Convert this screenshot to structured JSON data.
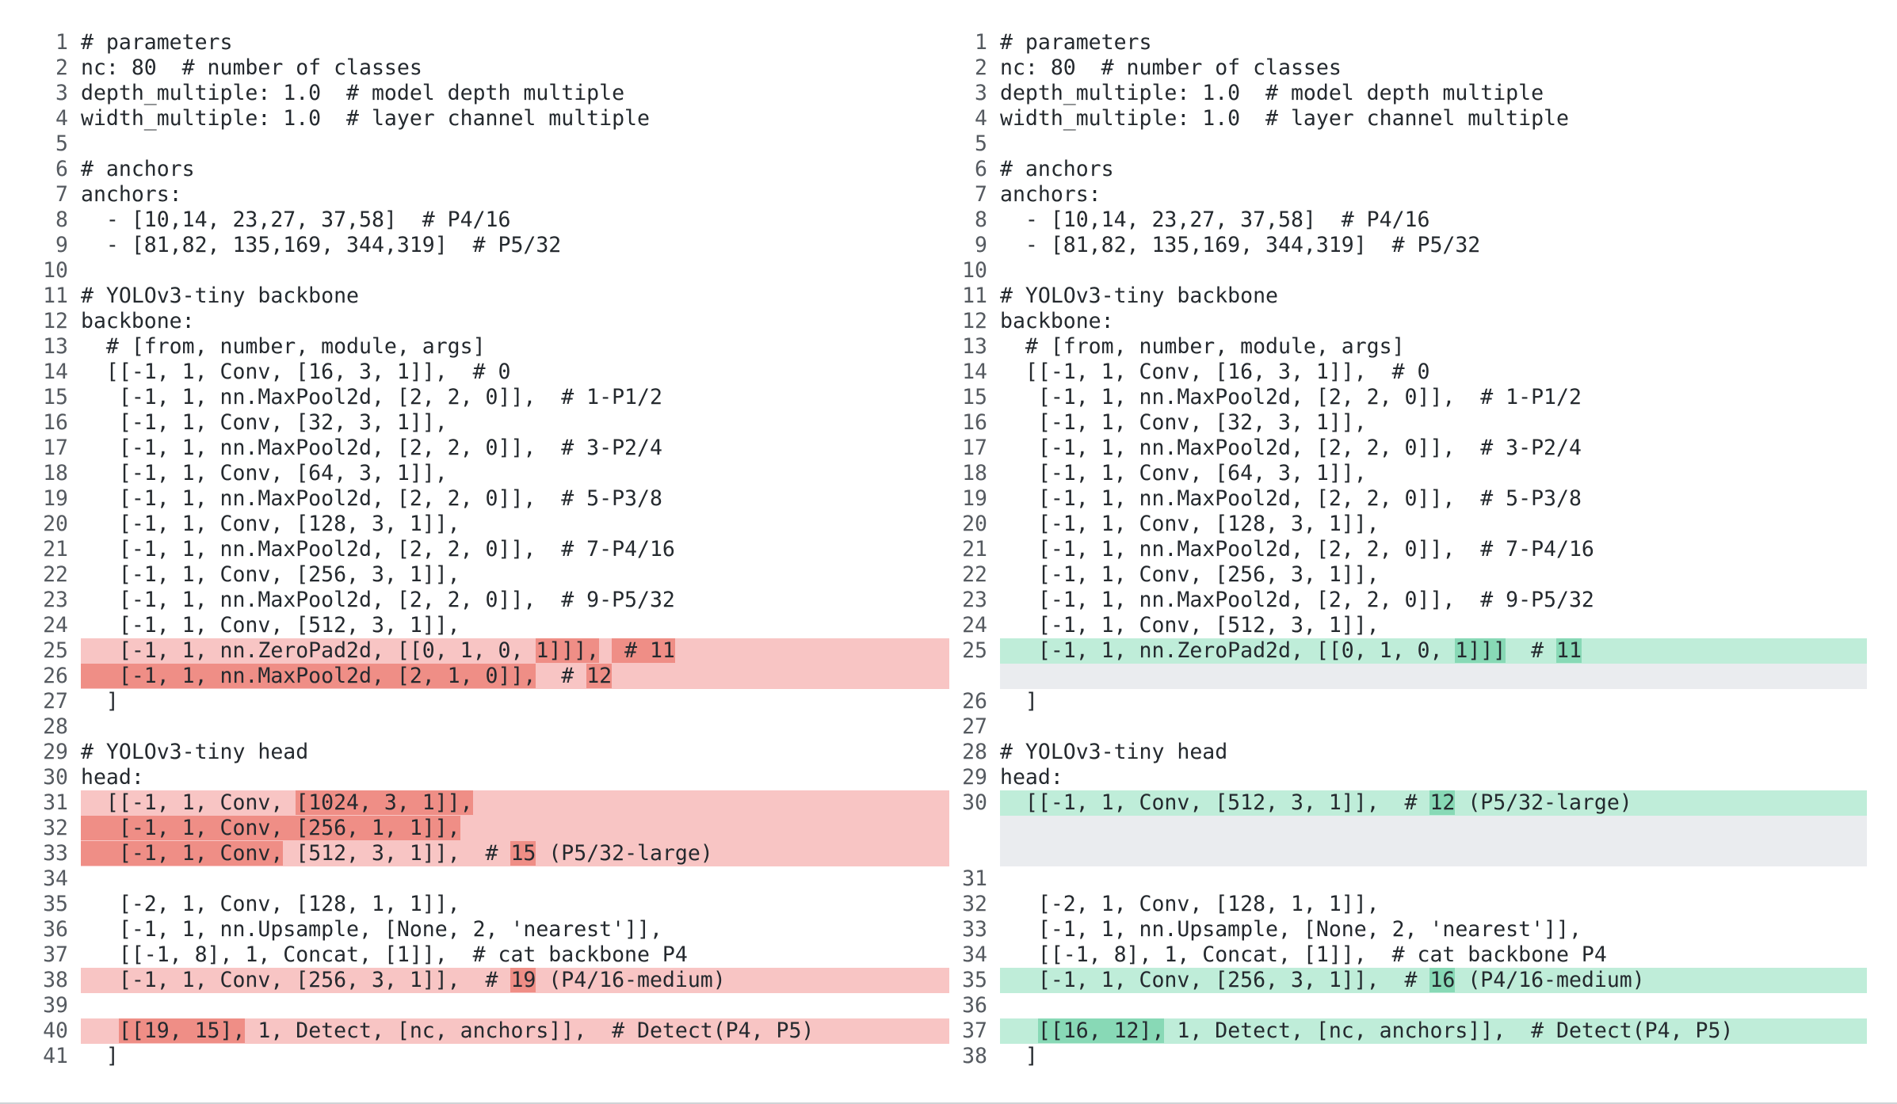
{
  "diff": {
    "left": [
      {
        "num": "1",
        "type": "ctx",
        "segs": [
          {
            "t": "# parameters"
          }
        ]
      },
      {
        "num": "2",
        "type": "ctx",
        "segs": [
          {
            "t": "nc: 80  # number of classes"
          }
        ]
      },
      {
        "num": "3",
        "type": "ctx",
        "segs": [
          {
            "t": "depth_multiple: 1.0  # model depth multiple"
          }
        ]
      },
      {
        "num": "4",
        "type": "ctx",
        "segs": [
          {
            "t": "width_multiple: 1.0  # layer channel multiple"
          }
        ]
      },
      {
        "num": "5",
        "type": "ctx",
        "segs": [
          {
            "t": ""
          }
        ]
      },
      {
        "num": "6",
        "type": "ctx",
        "segs": [
          {
            "t": "# anchors"
          }
        ]
      },
      {
        "num": "7",
        "type": "ctx",
        "segs": [
          {
            "t": "anchors:"
          }
        ]
      },
      {
        "num": "8",
        "type": "ctx",
        "segs": [
          {
            "t": "  - [10,14, 23,27, 37,58]  # P4/16"
          }
        ]
      },
      {
        "num": "9",
        "type": "ctx",
        "segs": [
          {
            "t": "  - [81,82, 135,169, 344,319]  # P5/32"
          }
        ]
      },
      {
        "num": "10",
        "type": "ctx",
        "segs": [
          {
            "t": ""
          }
        ]
      },
      {
        "num": "11",
        "type": "ctx",
        "segs": [
          {
            "t": "# YOLOv3-tiny backbone"
          }
        ]
      },
      {
        "num": "12",
        "type": "ctx",
        "segs": [
          {
            "t": "backbone:"
          }
        ]
      },
      {
        "num": "13",
        "type": "ctx",
        "segs": [
          {
            "t": "  # [from, number, module, args]"
          }
        ]
      },
      {
        "num": "14",
        "type": "ctx",
        "segs": [
          {
            "t": "  [[-1, 1, Conv, [16, 3, 1]],  # 0"
          }
        ]
      },
      {
        "num": "15",
        "type": "ctx",
        "segs": [
          {
            "t": "   [-1, 1, nn.MaxPool2d, [2, 2, 0]],  # 1-P1/2"
          }
        ]
      },
      {
        "num": "16",
        "type": "ctx",
        "segs": [
          {
            "t": "   [-1, 1, Conv, [32, 3, 1]],"
          }
        ]
      },
      {
        "num": "17",
        "type": "ctx",
        "segs": [
          {
            "t": "   [-1, 1, nn.MaxPool2d, [2, 2, 0]],  # 3-P2/4"
          }
        ]
      },
      {
        "num": "18",
        "type": "ctx",
        "segs": [
          {
            "t": "   [-1, 1, Conv, [64, 3, 1]],"
          }
        ]
      },
      {
        "num": "19",
        "type": "ctx",
        "segs": [
          {
            "t": "   [-1, 1, nn.MaxPool2d, [2, 2, 0]],  # 5-P3/8"
          }
        ]
      },
      {
        "num": "20",
        "type": "ctx",
        "segs": [
          {
            "t": "   [-1, 1, Conv, [128, 3, 1]],"
          }
        ]
      },
      {
        "num": "21",
        "type": "ctx",
        "segs": [
          {
            "t": "   [-1, 1, nn.MaxPool2d, [2, 2, 0]],  # 7-P4/16"
          }
        ]
      },
      {
        "num": "22",
        "type": "ctx",
        "segs": [
          {
            "t": "   [-1, 1, Conv, [256, 3, 1]],"
          }
        ]
      },
      {
        "num": "23",
        "type": "ctx",
        "segs": [
          {
            "t": "   [-1, 1, nn.MaxPool2d, [2, 2, 0]],  # 9-P5/32"
          }
        ]
      },
      {
        "num": "24",
        "type": "ctx",
        "segs": [
          {
            "t": "   [-1, 1, Conv, [512, 3, 1]],"
          }
        ]
      },
      {
        "num": "25",
        "type": "del",
        "segs": [
          {
            "t": "   [-1, 1, nn.ZeroPad2d, [[0, 1, 0, "
          },
          {
            "t": "1]]],",
            "hl": true
          },
          {
            "t": " "
          },
          {
            "t": " # 11",
            "hl": true
          }
        ]
      },
      {
        "num": "26",
        "type": "del",
        "segs": [
          {
            "t": "   [-1, 1, nn.MaxPool2d, [2, 1, 0]],",
            "hl": true
          },
          {
            "t": "  # "
          },
          {
            "t": "12",
            "hl": true
          }
        ]
      },
      {
        "num": "27",
        "type": "ctx",
        "segs": [
          {
            "t": "  ]"
          }
        ]
      },
      {
        "num": "28",
        "type": "ctx",
        "segs": [
          {
            "t": ""
          }
        ]
      },
      {
        "num": "29",
        "type": "ctx",
        "segs": [
          {
            "t": "# YOLOv3-tiny head"
          }
        ]
      },
      {
        "num": "30",
        "type": "ctx",
        "segs": [
          {
            "t": "head:"
          }
        ]
      },
      {
        "num": "31",
        "type": "del",
        "segs": [
          {
            "t": "  [[-1, 1, Conv, "
          },
          {
            "t": "[1024, 3, 1]],",
            "hl": true
          }
        ]
      },
      {
        "num": "32",
        "type": "del",
        "segs": [
          {
            "t": "   [-1, 1, Conv, [256, 1, 1]],",
            "hl": true
          }
        ]
      },
      {
        "num": "33",
        "type": "del",
        "segs": [
          {
            "t": "   [-1, 1, Conv,",
            "hl": true
          },
          {
            "t": " [512, 3, 1]],  # "
          },
          {
            "t": "15",
            "hl": true
          },
          {
            "t": " (P5/32-large)"
          }
        ]
      },
      {
        "num": "34",
        "type": "ctx",
        "segs": [
          {
            "t": ""
          }
        ]
      },
      {
        "num": "35",
        "type": "ctx",
        "segs": [
          {
            "t": "   [-2, 1, Conv, [128, 1, 1]],"
          }
        ]
      },
      {
        "num": "36",
        "type": "ctx",
        "segs": [
          {
            "t": "   [-1, 1, nn.Upsample, [None, 2, 'nearest']],"
          }
        ]
      },
      {
        "num": "37",
        "type": "ctx",
        "segs": [
          {
            "t": "   [[-1, 8], 1, Concat, [1]],  # cat backbone P4"
          }
        ]
      },
      {
        "num": "38",
        "type": "del",
        "segs": [
          {
            "t": "   [-1, 1, Conv, [256, 3, 1]],  # "
          },
          {
            "t": "19",
            "hl": true
          },
          {
            "t": " (P4/16-medium)"
          }
        ]
      },
      {
        "num": "39",
        "type": "ctx",
        "segs": [
          {
            "t": ""
          }
        ]
      },
      {
        "num": "40",
        "type": "del",
        "segs": [
          {
            "t": "   "
          },
          {
            "t": "[[19, 15],",
            "hl": true
          },
          {
            "t": " 1, Detect, [nc, anchors]],  # Detect(P4, P5)"
          }
        ]
      },
      {
        "num": "41",
        "type": "ctx",
        "segs": [
          {
            "t": "  ]"
          }
        ]
      }
    ],
    "right": [
      {
        "num": "1",
        "type": "ctx",
        "segs": [
          {
            "t": "# parameters"
          }
        ]
      },
      {
        "num": "2",
        "type": "ctx",
        "segs": [
          {
            "t": "nc: 80  # number of classes"
          }
        ]
      },
      {
        "num": "3",
        "type": "ctx",
        "segs": [
          {
            "t": "depth_multiple: 1.0  # model depth multiple"
          }
        ]
      },
      {
        "num": "4",
        "type": "ctx",
        "segs": [
          {
            "t": "width_multiple: 1.0  # layer channel multiple"
          }
        ]
      },
      {
        "num": "5",
        "type": "ctx",
        "segs": [
          {
            "t": ""
          }
        ]
      },
      {
        "num": "6",
        "type": "ctx",
        "segs": [
          {
            "t": "# anchors"
          }
        ]
      },
      {
        "num": "7",
        "type": "ctx",
        "segs": [
          {
            "t": "anchors:"
          }
        ]
      },
      {
        "num": "8",
        "type": "ctx",
        "segs": [
          {
            "t": "  - [10,14, 23,27, 37,58]  # P4/16"
          }
        ]
      },
      {
        "num": "9",
        "type": "ctx",
        "segs": [
          {
            "t": "  - [81,82, 135,169, 344,319]  # P5/32"
          }
        ]
      },
      {
        "num": "10",
        "type": "ctx",
        "segs": [
          {
            "t": ""
          }
        ]
      },
      {
        "num": "11",
        "type": "ctx",
        "segs": [
          {
            "t": "# YOLOv3-tiny backbone"
          }
        ]
      },
      {
        "num": "12",
        "type": "ctx",
        "segs": [
          {
            "t": "backbone:"
          }
        ]
      },
      {
        "num": "13",
        "type": "ctx",
        "segs": [
          {
            "t": "  # [from, number, module, args]"
          }
        ]
      },
      {
        "num": "14",
        "type": "ctx",
        "segs": [
          {
            "t": "  [[-1, 1, Conv, [16, 3, 1]],  # 0"
          }
        ]
      },
      {
        "num": "15",
        "type": "ctx",
        "segs": [
          {
            "t": "   [-1, 1, nn.MaxPool2d, [2, 2, 0]],  # 1-P1/2"
          }
        ]
      },
      {
        "num": "16",
        "type": "ctx",
        "segs": [
          {
            "t": "   [-1, 1, Conv, [32, 3, 1]],"
          }
        ]
      },
      {
        "num": "17",
        "type": "ctx",
        "segs": [
          {
            "t": "   [-1, 1, nn.MaxPool2d, [2, 2, 0]],  # 3-P2/4"
          }
        ]
      },
      {
        "num": "18",
        "type": "ctx",
        "segs": [
          {
            "t": "   [-1, 1, Conv, [64, 3, 1]],"
          }
        ]
      },
      {
        "num": "19",
        "type": "ctx",
        "segs": [
          {
            "t": "   [-1, 1, nn.MaxPool2d, [2, 2, 0]],  # 5-P3/8"
          }
        ]
      },
      {
        "num": "20",
        "type": "ctx",
        "segs": [
          {
            "t": "   [-1, 1, Conv, [128, 3, 1]],"
          }
        ]
      },
      {
        "num": "21",
        "type": "ctx",
        "segs": [
          {
            "t": "   [-1, 1, nn.MaxPool2d, [2, 2, 0]],  # 7-P4/16"
          }
        ]
      },
      {
        "num": "22",
        "type": "ctx",
        "segs": [
          {
            "t": "   [-1, 1, Conv, [256, 3, 1]],"
          }
        ]
      },
      {
        "num": "23",
        "type": "ctx",
        "segs": [
          {
            "t": "   [-1, 1, nn.MaxPool2d, [2, 2, 0]],  # 9-P5/32"
          }
        ]
      },
      {
        "num": "24",
        "type": "ctx",
        "segs": [
          {
            "t": "   [-1, 1, Conv, [512, 3, 1]],"
          }
        ]
      },
      {
        "num": "25",
        "type": "add",
        "segs": [
          {
            "t": "   [-1, 1, nn.ZeroPad2d, [[0, 1, 0, "
          },
          {
            "t": "1]]]",
            "hl": true
          },
          {
            "t": "  # "
          },
          {
            "t": "11",
            "hl": true
          }
        ]
      },
      {
        "num": "",
        "type": "empty",
        "segs": [
          {
            "t": ""
          }
        ]
      },
      {
        "num": "26",
        "type": "ctx",
        "segs": [
          {
            "t": "  ]"
          }
        ]
      },
      {
        "num": "27",
        "type": "ctx",
        "segs": [
          {
            "t": ""
          }
        ]
      },
      {
        "num": "28",
        "type": "ctx",
        "segs": [
          {
            "t": "# YOLOv3-tiny head"
          }
        ]
      },
      {
        "num": "29",
        "type": "ctx",
        "segs": [
          {
            "t": "head:"
          }
        ]
      },
      {
        "num": "30",
        "type": "add",
        "segs": [
          {
            "t": "  [[-1, 1, Conv, [512, 3, 1]],  # "
          },
          {
            "t": "12",
            "hl": true
          },
          {
            "t": " (P5/32-large)"
          }
        ]
      },
      {
        "num": "",
        "type": "empty",
        "segs": [
          {
            "t": ""
          }
        ]
      },
      {
        "num": "",
        "type": "empty",
        "segs": [
          {
            "t": ""
          }
        ]
      },
      {
        "num": "31",
        "type": "ctx",
        "segs": [
          {
            "t": ""
          }
        ]
      },
      {
        "num": "32",
        "type": "ctx",
        "segs": [
          {
            "t": "   [-2, 1, Conv, [128, 1, 1]],"
          }
        ]
      },
      {
        "num": "33",
        "type": "ctx",
        "segs": [
          {
            "t": "   [-1, 1, nn.Upsample, [None, 2, 'nearest']],"
          }
        ]
      },
      {
        "num": "34",
        "type": "ctx",
        "segs": [
          {
            "t": "   [[-1, 8], 1, Concat, [1]],  # cat backbone P4"
          }
        ]
      },
      {
        "num": "35",
        "type": "add",
        "segs": [
          {
            "t": "   [-1, 1, Conv, [256, 3, 1]],  # "
          },
          {
            "t": "16",
            "hl": true
          },
          {
            "t": " (P4/16-medium)"
          }
        ]
      },
      {
        "num": "36",
        "type": "ctx",
        "segs": [
          {
            "t": ""
          }
        ]
      },
      {
        "num": "37",
        "type": "add",
        "segs": [
          {
            "t": "   "
          },
          {
            "t": "[[16, 12],",
            "hl": true
          },
          {
            "t": " 1, Detect, [nc, anchors]],  # Detect(P4, P5)"
          }
        ]
      },
      {
        "num": "38",
        "type": "ctx",
        "segs": [
          {
            "t": "  ]"
          }
        ]
      }
    ]
  }
}
